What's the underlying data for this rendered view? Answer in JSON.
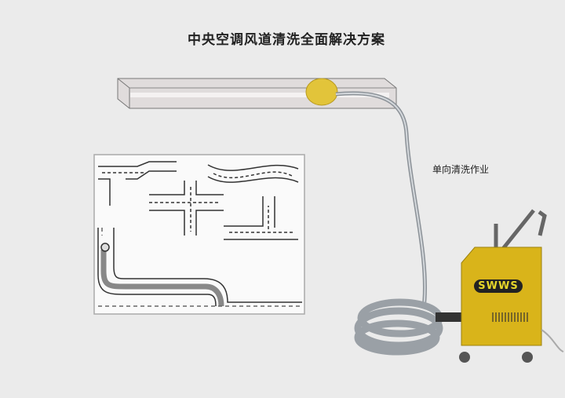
{
  "title": "中央空调风道清洗全面解决方案",
  "operation_label": "单向清洗作业",
  "machine_brand": "SWWS",
  "colors": {
    "background": "#ebebeb",
    "machine": "#d9b41a",
    "brush": "#e2c43a",
    "hose": "#9aa0a6"
  }
}
